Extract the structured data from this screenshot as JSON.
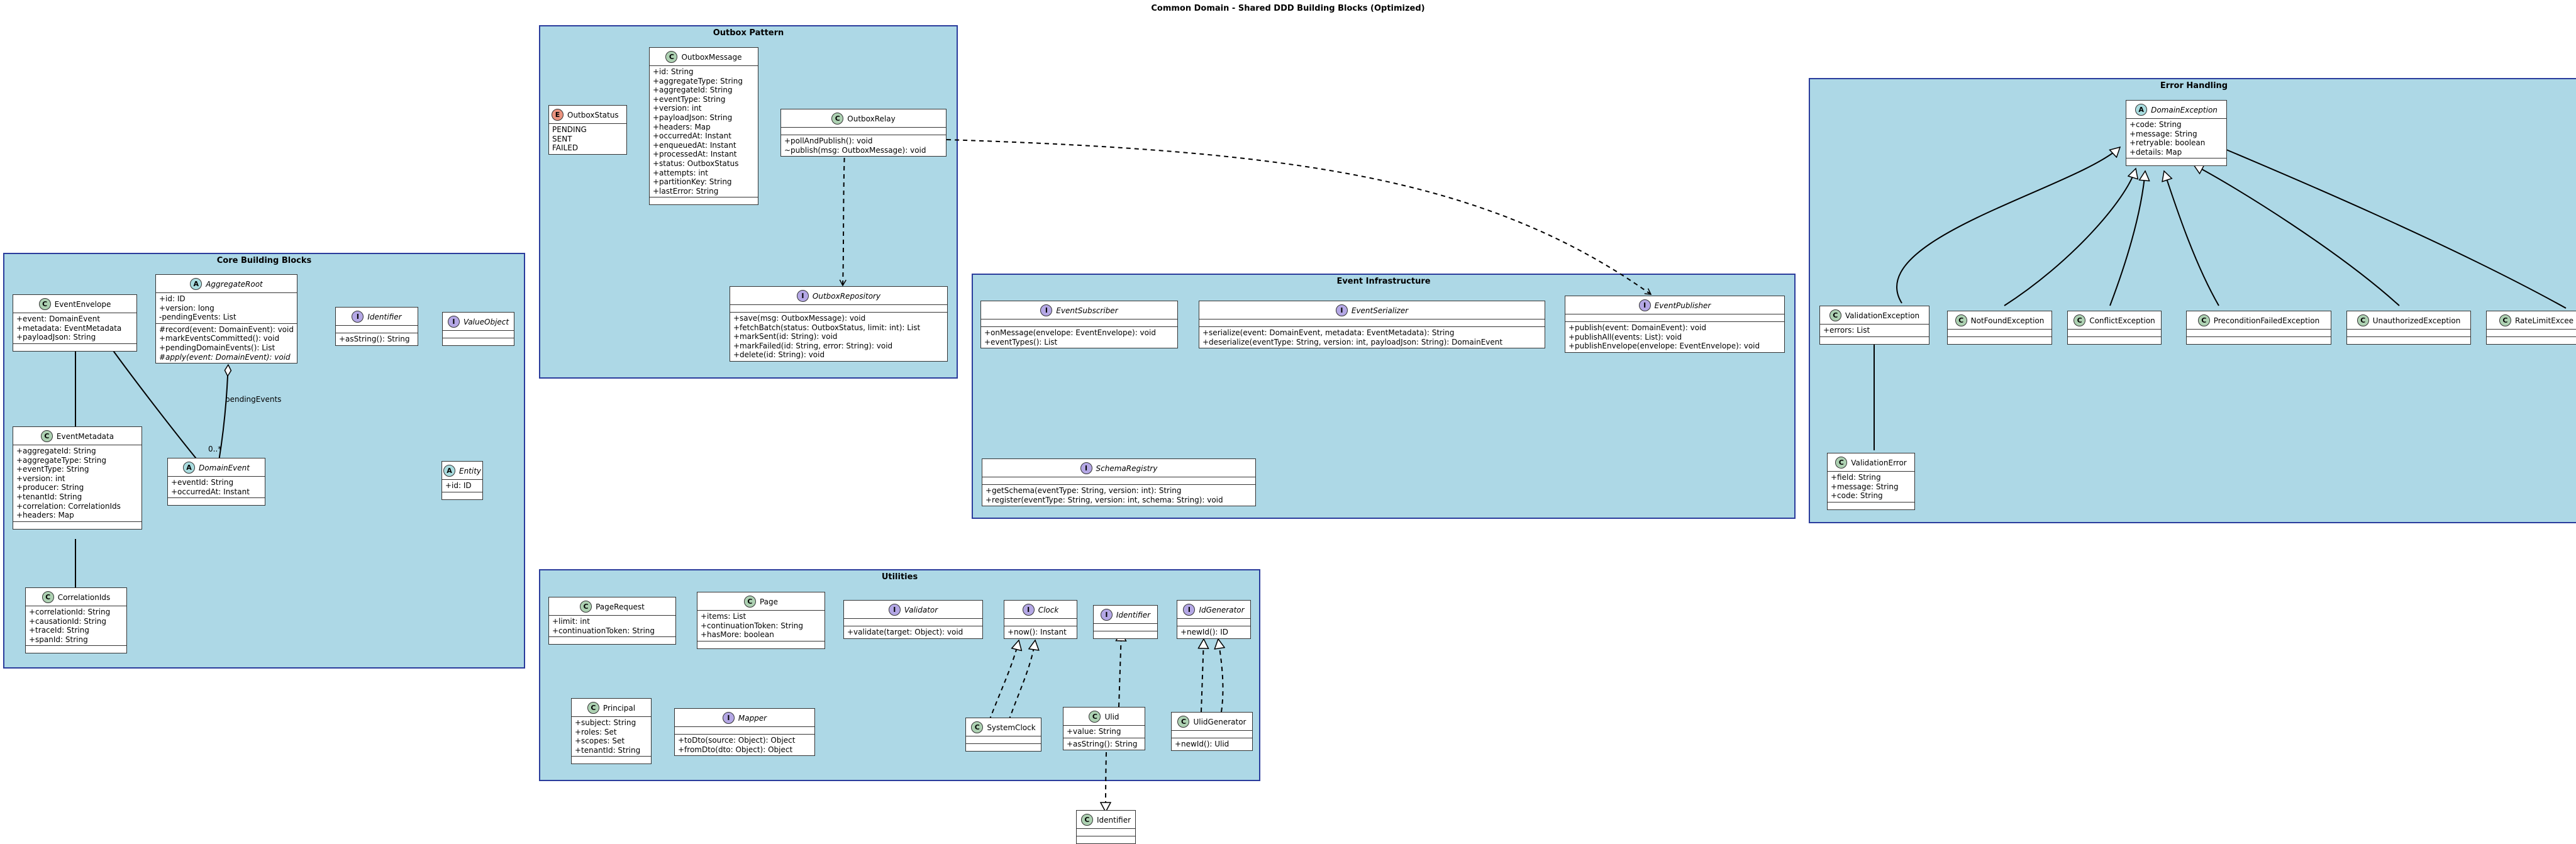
{
  "title": "Common Domain - Shared DDD Building Blocks (Optimized)",
  "colors": {
    "package_fill": "#ADD8E6",
    "package_border": "#2A3C9C",
    "class_C": "#ADD1B2",
    "abstract_A": "#A9DCDF",
    "interface_I": "#B4A7E5",
    "enum_E": "#EB937F"
  },
  "packages": {
    "outbox": "Outbox Pattern",
    "core": "Core Building Blocks",
    "error": "Error Handling",
    "event_infra": "Event Infrastructure",
    "utilities": "Utilities"
  },
  "classes": {
    "OutboxMessage": {
      "stereo": "C",
      "name": "OutboxMessage",
      "fields": [
        "+id: String",
        "+aggregateType: String",
        "+aggregateId: String",
        "+eventType: String",
        "+version: int",
        "+payloadJson: String",
        "+headers: Map",
        "+occurredAt: Instant",
        "+enqueuedAt: Instant",
        "+processedAt: Instant",
        "+status: OutboxStatus",
        "+attempts: int",
        "+partitionKey: String",
        "+lastError: String"
      ],
      "methods": []
    },
    "OutboxStatus": {
      "stereo": "E",
      "name": "OutboxStatus",
      "fields": [
        "PENDING",
        "SENT",
        "FAILED"
      ],
      "methods": []
    },
    "OutboxRelay": {
      "stereo": "C",
      "name": "OutboxRelay",
      "fields": [],
      "methods": [
        "+pollAndPublish(): void",
        "~publish(msg: OutboxMessage): void"
      ]
    },
    "OutboxRepository": {
      "stereo": "I",
      "name": "OutboxRepository",
      "fields": [],
      "methods": [
        "+save(msg: OutboxMessage): void",
        "+fetchBatch(status: OutboxStatus, limit: int): List",
        "+markSent(id: String): void",
        "+markFailed(id: String, error: String): void",
        "+delete(id: String): void"
      ]
    },
    "EventEnvelope": {
      "stereo": "C",
      "name": "EventEnvelope",
      "fields": [
        "+event: DomainEvent",
        "+metadata: EventMetadata",
        "+payloadJson: String"
      ],
      "methods": []
    },
    "AggregateRoot": {
      "stereo": "A",
      "name": "AggregateRoot",
      "fields": [
        "+id: ID",
        "+version: long",
        "-pendingEvents: List"
      ],
      "methods": [
        "#record(event: DomainEvent): void",
        "+markEventsCommitted(): void",
        "+pendingDomainEvents(): List",
        "#apply(event: DomainEvent): void"
      ]
    },
    "Identifier": {
      "stereo": "I",
      "name": "Identifier",
      "fields": [],
      "methods": [
        "+asString(): String"
      ]
    },
    "ValueObject": {
      "stereo": "I",
      "name": "ValueObject",
      "fields": [],
      "methods": []
    },
    "EventMetadata": {
      "stereo": "C",
      "name": "EventMetadata",
      "fields": [
        "+aggregateId: String",
        "+aggregateType: String",
        "+eventType: String",
        "+version: int",
        "+producer: String",
        "+tenantId: String",
        "+correlation: CorrelationIds",
        "+headers: Map"
      ],
      "methods": []
    },
    "DomainEvent": {
      "stereo": "A",
      "name": "DomainEvent",
      "fields": [
        "+eventId: String",
        "+occurredAt: Instant"
      ],
      "methods": []
    },
    "Entity": {
      "stereo": "A",
      "name": "Entity",
      "fields": [
        "+id: ID"
      ],
      "methods": []
    },
    "CorrelationIds": {
      "stereo": "C",
      "name": "CorrelationIds",
      "fields": [
        "+correlationId: String",
        "+causationId: String",
        "+traceId: String",
        "+spanId: String"
      ],
      "methods": []
    },
    "EventSubscriber": {
      "stereo": "I",
      "name": "EventSubscriber",
      "fields": [],
      "methods": [
        "+onMessage(envelope: EventEnvelope): void",
        "+eventTypes(): List"
      ]
    },
    "EventSerializer": {
      "stereo": "I",
      "name": "EventSerializer",
      "fields": [],
      "methods": [
        "+serialize(event: DomainEvent, metadata: EventMetadata): String",
        "+deserialize(eventType: String, version: int, payloadJson: String): DomainEvent"
      ]
    },
    "EventPublisher": {
      "stereo": "I",
      "name": "EventPublisher",
      "fields": [],
      "methods": [
        "+publish(event: DomainEvent): void",
        "+publishAll(events: List): void",
        "+publishEnvelope(envelope: EventEnvelope): void"
      ]
    },
    "SchemaRegistry": {
      "stereo": "I",
      "name": "SchemaRegistry",
      "fields": [],
      "methods": [
        "+getSchema(eventType: String, version: int): String",
        "+register(eventType: String, version: int, schema: String): void"
      ]
    },
    "DomainException": {
      "stereo": "A",
      "name": "DomainException",
      "fields": [
        "+code: String",
        "+message: String",
        "+retryable: boolean",
        "+details: Map"
      ],
      "methods": []
    },
    "ValidationException": {
      "stereo": "C",
      "name": "ValidationException",
      "fields": [
        "+errors: List"
      ],
      "methods": []
    },
    "NotFoundException": {
      "stereo": "C",
      "name": "NotFoundException",
      "fields": [],
      "methods": []
    },
    "ConflictException": {
      "stereo": "C",
      "name": "ConflictException",
      "fields": [],
      "methods": []
    },
    "PreconditionFailedException": {
      "stereo": "C",
      "name": "PreconditionFailedException",
      "fields": [],
      "methods": []
    },
    "UnauthorizedException": {
      "stereo": "C",
      "name": "UnauthorizedException",
      "fields": [],
      "methods": []
    },
    "RateLimitExceeded": {
      "stereo": "C",
      "name": "RateLimitExcee",
      "fields": [],
      "methods": []
    },
    "ValidationError": {
      "stereo": "C",
      "name": "ValidationError",
      "fields": [
        "+field: String",
        "+message: String",
        "+code: String"
      ],
      "methods": []
    },
    "PageRequest": {
      "stereo": "C",
      "name": "PageRequest",
      "fields": [
        "+limit: int",
        "+continuationToken: String"
      ],
      "methods": []
    },
    "Page": {
      "stereo": "C",
      "name": "Page",
      "fields": [
        "+items: List",
        "+continuationToken: String",
        "+hasMore: boolean"
      ],
      "methods": []
    },
    "Validator": {
      "stereo": "I",
      "name": "Validator",
      "fields": [],
      "methods": [
        "+validate(target: Object): void"
      ]
    },
    "Clock": {
      "stereo": "I",
      "name": "Clock",
      "fields": [],
      "methods": [
        "+now(): Instant"
      ]
    },
    "UtilIdentifier": {
      "stereo": "I",
      "name": "Identifier",
      "fields": [],
      "methods": []
    },
    "IdGenerator": {
      "stereo": "I",
      "name": "IdGenerator",
      "fields": [],
      "methods": [
        "+newId(): ID"
      ]
    },
    "Principal": {
      "stereo": "C",
      "name": "Principal",
      "fields": [
        "+subject: String",
        "+roles: Set",
        "+scopes: Set",
        "+tenantId: String"
      ],
      "methods": []
    },
    "Mapper": {
      "stereo": "I",
      "name": "Mapper",
      "fields": [],
      "methods": [
        "+toDto(source: Object): Object",
        "+fromDto(dto: Object): Object"
      ]
    },
    "SystemClock": {
      "stereo": "C",
      "name": "SystemClock",
      "fields": [],
      "methods": []
    },
    "Ulid": {
      "stereo": "C",
      "name": "Ulid",
      "fields": [
        "+value: String"
      ],
      "methods": [
        "+asString(): String"
      ]
    },
    "UlidGenerator": {
      "stereo": "C",
      "name": "UlidGenerator",
      "fields": [],
      "methods": [
        "+newId(): Ulid"
      ]
    },
    "IdentifierOuter": {
      "stereo": "C",
      "name": "Identifier",
      "fields": [],
      "methods": []
    }
  },
  "edge_labels": {
    "pending_events": "pendingEvents",
    "multiplicity": "0..*"
  }
}
